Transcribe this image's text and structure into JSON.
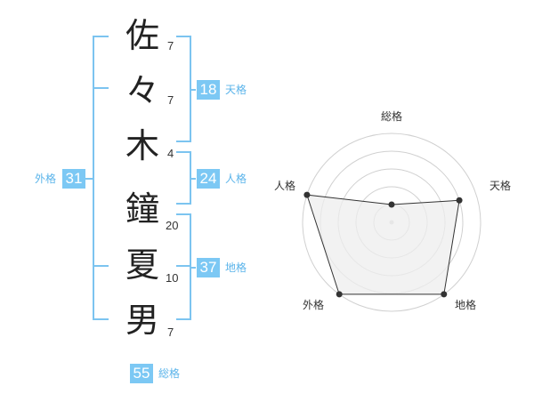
{
  "name": {
    "characters": [
      {
        "char": "佐",
        "strokes": "7"
      },
      {
        "char": "々",
        "strokes": "7"
      },
      {
        "char": "木",
        "strokes": "4"
      },
      {
        "char": "鐘",
        "strokes": "20"
      },
      {
        "char": "夏",
        "strokes": "10"
      },
      {
        "char": "男",
        "strokes": "7"
      }
    ]
  },
  "fortune": {
    "tenkaku": {
      "label": "天格",
      "value": "18"
    },
    "jinkaku": {
      "label": "人格",
      "value": "24"
    },
    "chikaku": {
      "label": "地格",
      "value": "37"
    },
    "gaikaku": {
      "label": "外格",
      "value": "31"
    },
    "soukaku": {
      "label": "総格",
      "value": "55"
    }
  },
  "radar": {
    "axes": [
      "総格",
      "天格",
      "地格",
      "外格",
      "人格"
    ],
    "levels": [
      1,
      4,
      5,
      5,
      5
    ],
    "max_level": 5,
    "rings": 5,
    "fill_color": "#eeeeee",
    "line_color": "#333333",
    "ring_color": "#d0d0d0"
  },
  "colors": {
    "accent": "#7cc8f4",
    "bracket": "#7cc4f0",
    "label": "#5bb4ea"
  }
}
